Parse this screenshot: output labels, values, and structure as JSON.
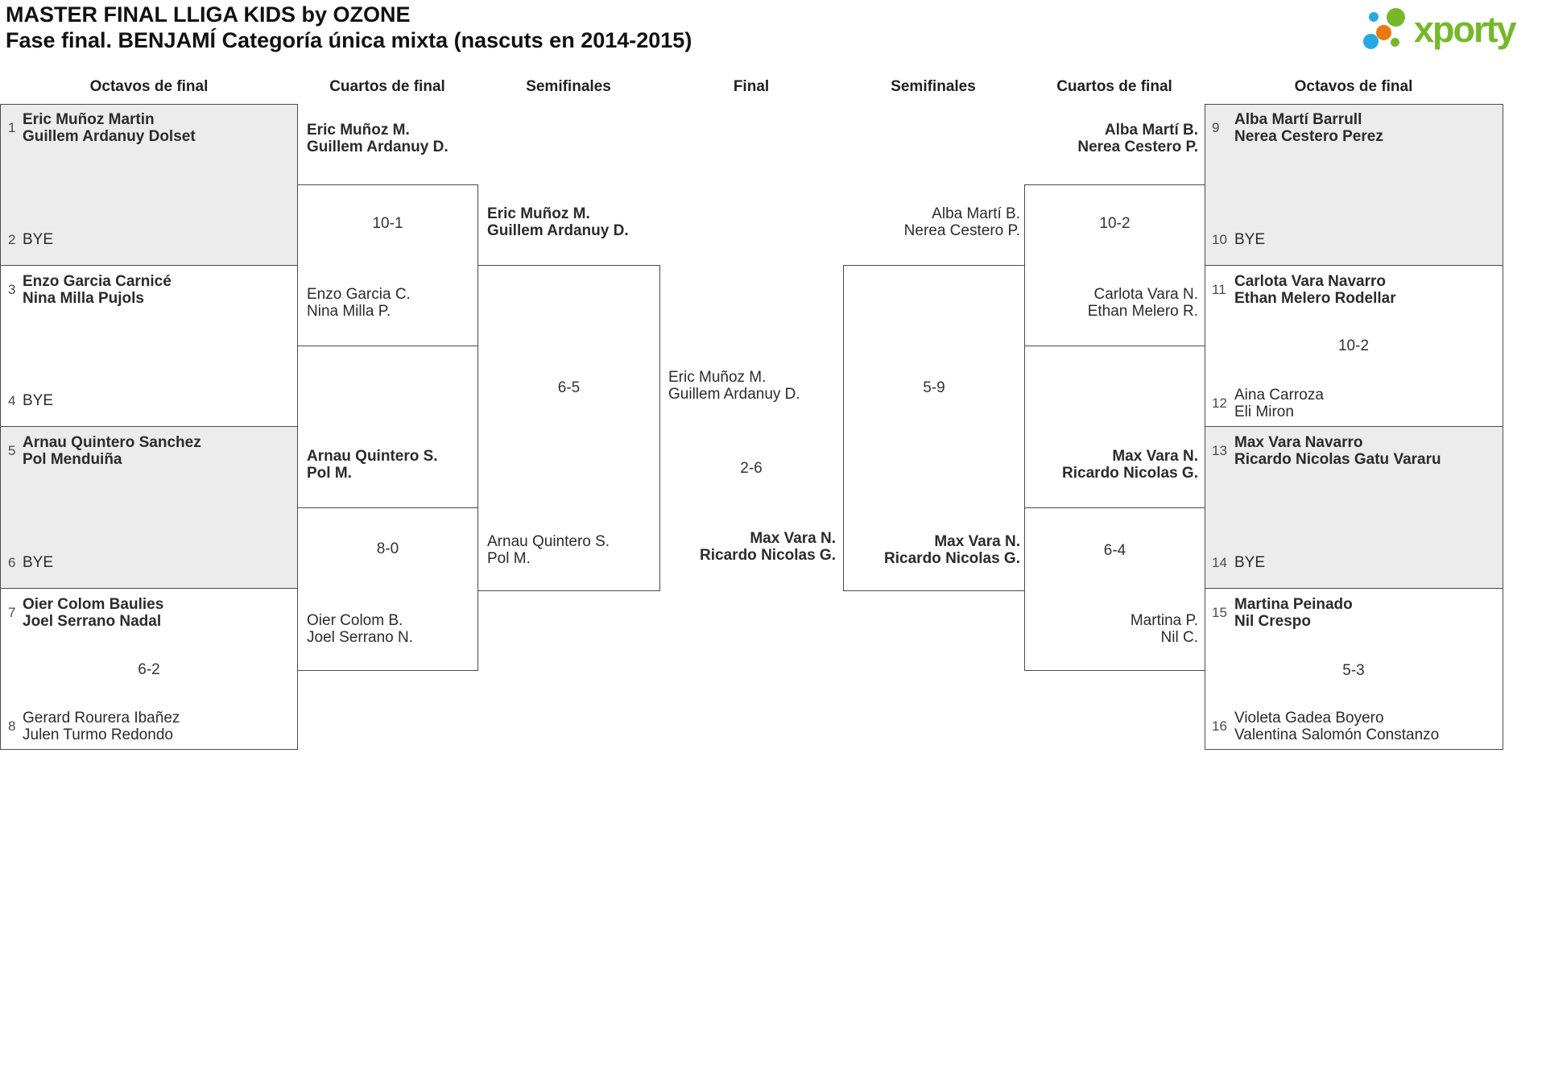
{
  "title": "MASTER FINAL LLIGA KIDS by OZONE",
  "subtitle": "Fase final. BENJAMÍ Categoría única mixta (nascuts en 2014-2015)",
  "logo": {
    "text": "xporty",
    "green": "#76b82a",
    "blue": "#29a9e0",
    "orange": "#e8790f"
  },
  "colors": {
    "box_fill_alt": "#ececec",
    "line": "#4a4a4a"
  },
  "headers": [
    "Octavos de final",
    "Cuartos de final",
    "Semifinales",
    "Final",
    "Semifinales",
    "Cuartos de final",
    "Octavos de final"
  ],
  "octavos": [
    {
      "seed": "1",
      "l1": "Eric Muñoz Martin",
      "l2": "Guillem Ardanuy Dolset"
    },
    {
      "seed": "2",
      "l1": "BYE",
      "l2": ""
    },
    {
      "seed": "3",
      "l1": "Enzo Garcia Carnicé",
      "l2": "Nina Milla Pujols"
    },
    {
      "seed": "4",
      "l1": "BYE",
      "l2": ""
    },
    {
      "seed": "5",
      "l1": "Arnau Quintero Sanchez",
      "l2": "Pol Menduiña"
    },
    {
      "seed": "6",
      "l1": "BYE",
      "l2": ""
    },
    {
      "seed": "7",
      "l1": "Oier Colom Baulies",
      "l2": "Joel Serrano Nadal"
    },
    {
      "seed": "8",
      "l1": "Gerard Rourera Ibañez",
      "l2": "Julen Turmo Redondo"
    },
    {
      "seed": "9",
      "l1": "Alba Martí Barrull",
      "l2": "Nerea Cestero Perez"
    },
    {
      "seed": "10",
      "l1": "BYE",
      "l2": ""
    },
    {
      "seed": "11",
      "l1": "Carlota Vara Navarro",
      "l2": "Ethan Melero Rodellar"
    },
    {
      "seed": "12",
      "l1": "Aina Carroza",
      "l2": "Eli Miron"
    },
    {
      "seed": "13",
      "l1": "Max Vara Navarro",
      "l2": "Ricardo Nicolas Gatu Vararu"
    },
    {
      "seed": "14",
      "l1": "BYE",
      "l2": ""
    },
    {
      "seed": "15",
      "l1": "Martina Peinado",
      "l2": "Nil Crespo"
    },
    {
      "seed": "16",
      "l1": "Violeta Gadea Boyero",
      "l2": "Valentina Salomón Constanzo"
    }
  ],
  "octavos_scores": {
    "m7_8": "6-2",
    "m11_12": "10-2",
    "m15_16": "5-3"
  },
  "quarters": {
    "ql1": {
      "winner1": "Eric Muñoz M.",
      "winner2": "Guillem Ardanuy D.",
      "score": "10-1",
      "loser1": "Enzo Garcia C.",
      "loser2": "Nina Milla P."
    },
    "ql2": {
      "winner1": "Arnau Quintero S.",
      "winner2": "Pol M.",
      "score": "8-0",
      "loser1": "Oier Colom B.",
      "loser2": "Joel Serrano N."
    },
    "qr1": {
      "winner1": "Alba Martí B.",
      "winner2": "Nerea Cestero P.",
      "score": "10-2",
      "loser1": "Carlota Vara N.",
      "loser2": "Ethan Melero R."
    },
    "qr2": {
      "winner1": "Max Vara N.",
      "winner2": "Ricardo Nicolas G.",
      "score": "6-4",
      "loser1": "Martina P.",
      "loser2": "Nil C."
    }
  },
  "semis": {
    "sl": {
      "top1": "Eric Muñoz M.",
      "top2": "Guillem Ardanuy D.",
      "score": "6-5",
      "bottom1": "Arnau Quintero S.",
      "bottom2": "Pol M."
    },
    "sr": {
      "top1": "Alba Martí B.",
      "top2": "Nerea Cestero P.",
      "score": "5-9",
      "bottom1": "Max Vara N.",
      "bottom2": "Ricardo Nicolas G."
    }
  },
  "final": {
    "left1": "Eric Muñoz M.",
    "left2": "Guillem Ardanuy D.",
    "score": "2-6",
    "right1": "Max Vara N.",
    "right2": "Ricardo Nicolas G."
  }
}
